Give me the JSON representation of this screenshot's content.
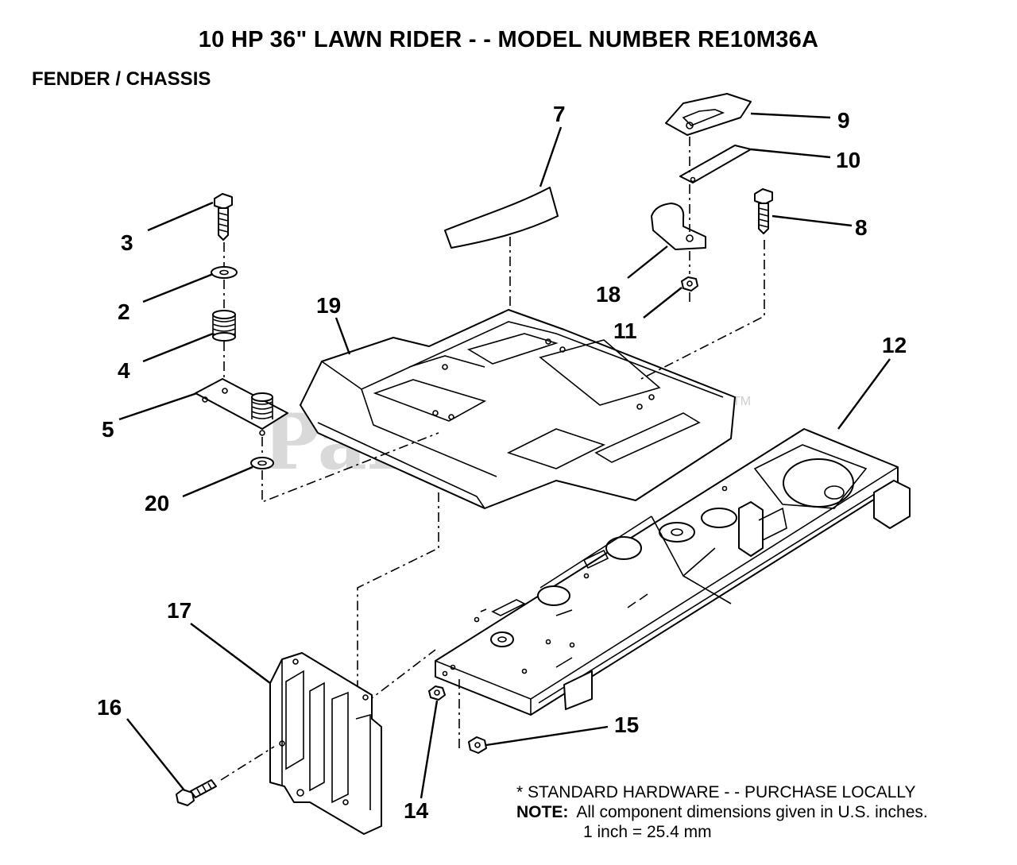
{
  "title": "10 HP 36\" LAWN RIDER - - MODEL NUMBER RE10M36A",
  "subtitle": "FENDER / CHASSIS",
  "watermark": "PartsTree",
  "trademark": "TM",
  "callouts": {
    "c2": "2",
    "c3": "3",
    "c4": "4",
    "c5": "5",
    "c7": "7",
    "c8": "8",
    "c9": "9",
    "c10": "10",
    "c11": "11",
    "c12": "12",
    "c14": "14",
    "c15": "15",
    "c16": "16",
    "c17": "17",
    "c18": "18",
    "c19": "19",
    "c20": "20"
  },
  "notes": {
    "standard_hardware": "* STANDARD HARDWARE - - PURCHASE LOCALLY",
    "note_label": "NOTE:",
    "note_text": "All component dimensions given in U.S. inches.",
    "conversion": "1 inch = 25.4 mm"
  }
}
